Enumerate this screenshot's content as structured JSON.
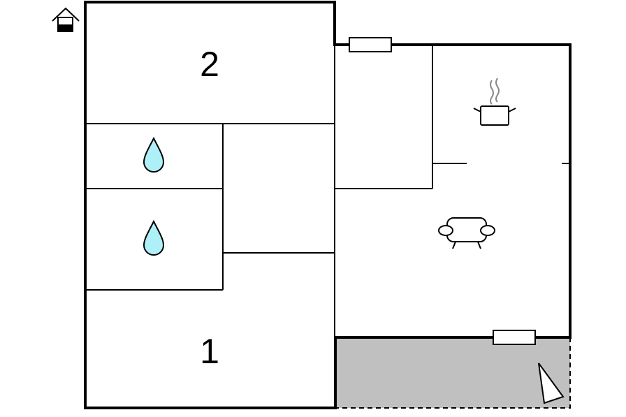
{
  "floorplan": {
    "rooms": [
      {
        "id": "bedroom-2",
        "label": "2"
      },
      {
        "id": "bedroom-1",
        "label": "1"
      }
    ],
    "icons": {
      "house": "house-level-icon",
      "bath_upper": "water-drop-icon",
      "bath_lower": "water-drop-icon",
      "kitchen": "cooking-pot-icon",
      "living": "sofa-icon",
      "terrace": "sun-umbrella-icon"
    },
    "colors": {
      "wall": "#000000",
      "water": "#aef0f7",
      "terrace": "#c0c0c0",
      "background": "#ffffff"
    }
  }
}
